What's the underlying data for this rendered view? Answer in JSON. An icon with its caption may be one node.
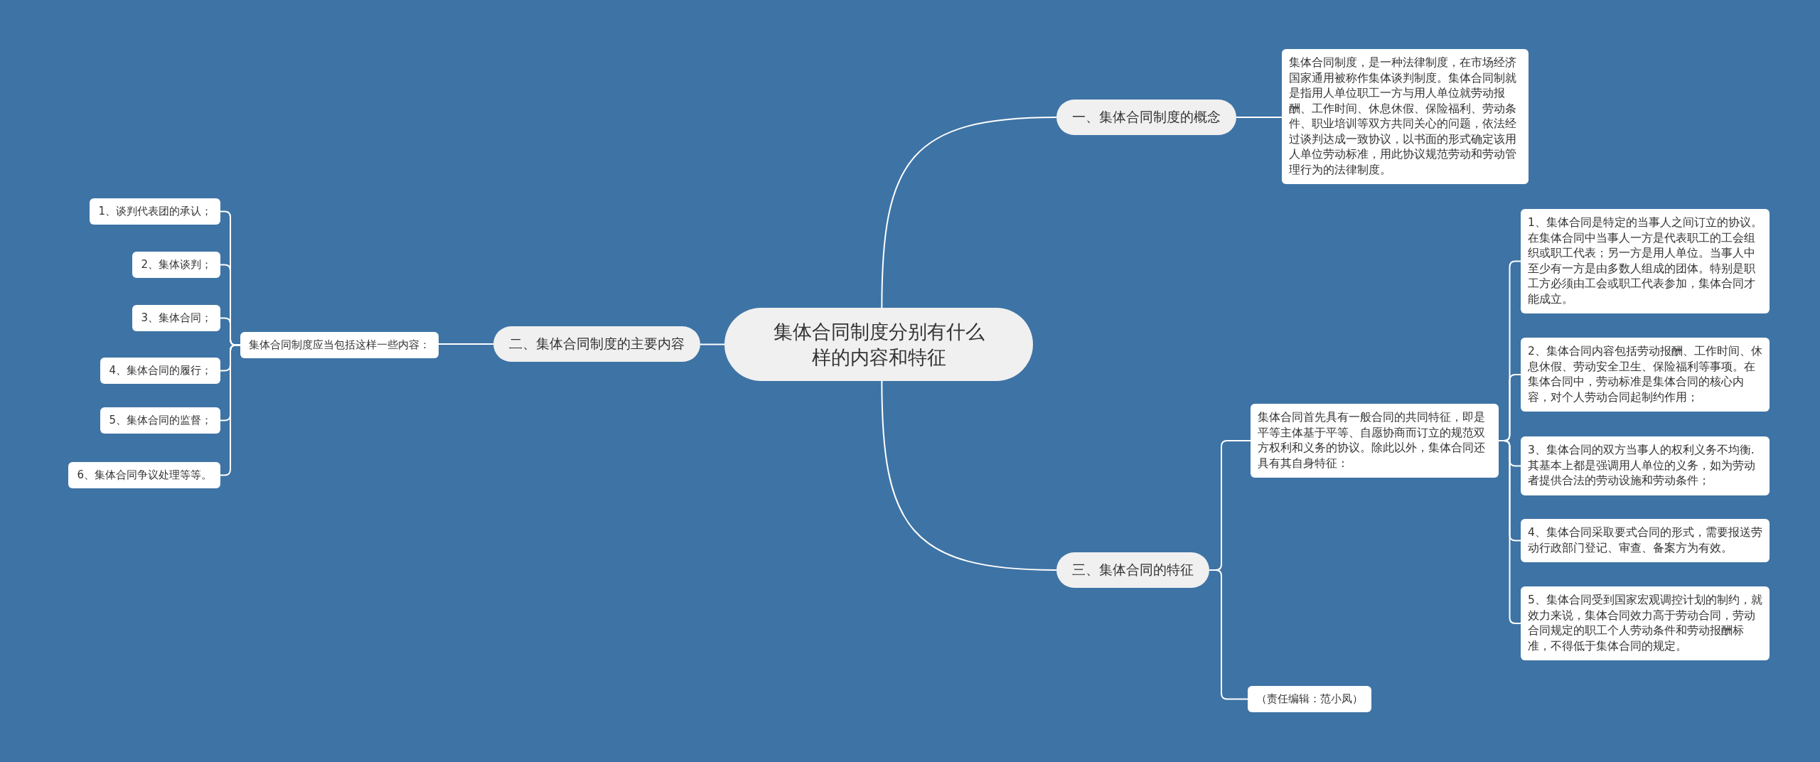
{
  "diagram": {
    "nodes": [
      {
        "text": [
          "集体合同制度分别有什么样的内容和特征"
        ]
      },
      {
        "text": [
          "一、集体合同制度的概念"
        ]
      },
      {
        "text": [
          "集体合同制度，是一种法律制度，在市场经济国家通用被称作集体谈判制度。集体合同制就是指用人单位职工一方与用人单位就劳动报酬、工作时间、休息休假、保险福利、劳动条件、职业培训等双方共同关心的问题，依法经过谈判达成一致协议，以书面的形式确定该用人单位劳动标准，用此协议规范劳动和劳动管理行为的法律制度。"
        ]
      },
      {
        "text": [
          "二、集体合同制度的主要内容"
        ]
      },
      {
        "text": [
          "集体合同制度应当包括这样一些内容："
        ]
      },
      {
        "text": [
          "1、谈判代表团的承认；"
        ]
      },
      {
        "text": [
          "2、集体谈判；"
        ]
      },
      {
        "text": [
          "3、集体合同；"
        ]
      },
      {
        "text": [
          "4、集体合同的履行；"
        ]
      },
      {
        "text": [
          "5、集体合同的监督；"
        ]
      },
      {
        "text": [
          "6、集体合同争议处理等等。"
        ]
      },
      {
        "text": [
          "三、集体合同的特征"
        ]
      },
      {
        "text": [
          "集体合同首先具有一般合同的共同特征，即是平等主体基于平等、自愿协商而订立的规范双方权利和义务的协议。除此以外，集体合同还具有其自身特征："
        ]
      },
      {
        "text": [
          "1、集体合同是特定的当事人之间订立的协议。在集体合同中当事人一方是代表职工的工会组织或职工代表；另一方是用人单位。当事人中至少有一方是由多数人组成的团体。特别是职工方必须由工会或职工代表参加，集体合同才能成立。"
        ]
      },
      {
        "text": [
          "2、集体合同内容包括劳动报酬、工作时间、休息休假、劳动安全卫生、保险福利等事项。在集体合同中，劳动标准是集体合同的核心内容，对个人劳动合同起制约作用；"
        ]
      },
      {
        "text": [
          "3、集体合同的双方当事人的权利义务不均衡.其基本上都是强调用人单位的义务，如为劳动者提供合法的劳动设施和劳动条件；"
        ]
      },
      {
        "text": [
          "4、集体合同采取要式合同的形式，需要报送劳动行政部门登记、审查、备案方为有效。"
        ]
      },
      {
        "text": [
          "5、集体合同受到国家宏观调控计划的制约，就效力来说，集体合同效力高于劳动合同，劳动合同规定的职工个人劳动条件和劳动报酬标准，不得低于集体合同的规定。"
        ]
      },
      {
        "text": [
          "（责任编辑：范小凤）"
        ]
      }
    ],
    "edges": [
      {
        "from": 0,
        "to": 1,
        "arrow": "none"
      },
      {
        "from": 1,
        "to": 2,
        "arrow": "none"
      },
      {
        "from": 0,
        "to": 3,
        "arrow": "none"
      },
      {
        "from": 3,
        "to": 4,
        "arrow": "none"
      },
      {
        "from": 4,
        "to": 5,
        "arrow": "none"
      },
      {
        "from": 4,
        "to": 6,
        "arrow": "none"
      },
      {
        "from": 4,
        "to": 7,
        "arrow": "none"
      },
      {
        "from": 4,
        "to": 8,
        "arrow": "none"
      },
      {
        "from": 4,
        "to": 9,
        "arrow": "none"
      },
      {
        "from": 4,
        "to": 10,
        "arrow": "none"
      },
      {
        "from": 0,
        "to": 11,
        "arrow": "none"
      },
      {
        "from": 11,
        "to": 12,
        "arrow": "none"
      },
      {
        "from": 11,
        "to": 18,
        "arrow": "none"
      },
      {
        "from": 12,
        "to": 13,
        "arrow": "none"
      },
      {
        "from": 12,
        "to": 14,
        "arrow": "none"
      },
      {
        "from": 12,
        "to": 15,
        "arrow": "none"
      },
      {
        "from": 12,
        "to": 16,
        "arrow": "none"
      },
      {
        "from": 12,
        "to": 17,
        "arrow": "none"
      }
    ]
  }
}
